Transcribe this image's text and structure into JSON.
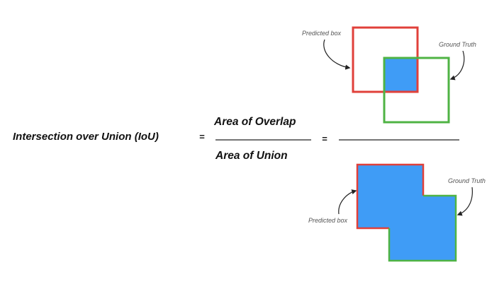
{
  "formula": {
    "lhs": "Intersection over Union (IoU)",
    "equals": "=",
    "numerator": "Area of Overlap",
    "denominator": "Area of Union"
  },
  "overlap_diagram": {
    "predicted_label": "Predicted box",
    "ground_truth_label": "Ground Truth"
  },
  "union_diagram": {
    "predicted_label": "Predicted box",
    "ground_truth_label": "Ground Truth"
  },
  "colors": {
    "predicted": "#e0403a",
    "ground_truth": "#4fb344",
    "fill": "#3f9cf6",
    "text": "#111111"
  }
}
